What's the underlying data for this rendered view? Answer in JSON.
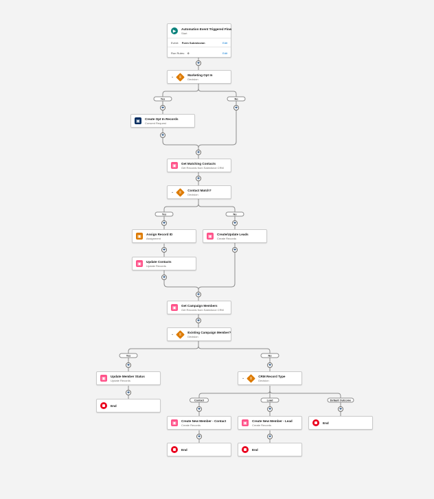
{
  "start": {
    "title": "Automation Event Triggered Flow",
    "subtitle": "Start",
    "icon": "play-icon",
    "color": "#0b827c",
    "event_label": "Event:",
    "event_value": "Form Submission",
    "run_rules_label": "Run Rules:",
    "run_rules_value": "0",
    "edit_label": "Edit"
  },
  "nodes": [
    {
      "title": "Marketing Opt In",
      "subtitle": "Decision",
      "type": "decision",
      "icon": "decision-icon",
      "color": "#dd7a01"
    },
    {
      "title": "Create Opt In Records",
      "subtitle": "Consent Request",
      "type": "action",
      "icon": "consent-icon",
      "color": "#032d60"
    },
    {
      "title": "Get Matching Contacts",
      "subtitle": "Get Records from Salesforce CRM",
      "type": "action",
      "icon": "get-records-icon",
      "color": "#ff538a"
    },
    {
      "title": "Contact Match?",
      "subtitle": "Decision",
      "type": "decision",
      "icon": "decision-icon",
      "color": "#dd7a01"
    },
    {
      "title": "Assign Record ID",
      "subtitle": "Assignment",
      "type": "action",
      "icon": "assignment-icon",
      "color": "#dd7a01"
    },
    {
      "title": "Create/Update Leads",
      "subtitle": "Create Records",
      "type": "action",
      "icon": "create-records-icon",
      "color": "#ff538a"
    },
    {
      "title": "Update Contacts",
      "subtitle": "Update Records",
      "type": "action",
      "icon": "update-records-icon",
      "color": "#ff538a"
    },
    {
      "title": "Get Campaign Members",
      "subtitle": "Get Records from Salesforce CRM",
      "type": "action",
      "icon": "get-records-icon",
      "color": "#ff538a"
    },
    {
      "title": "Existing Campaign Member?",
      "subtitle": "Decision",
      "type": "decision",
      "icon": "decision-icon",
      "color": "#dd7a01"
    },
    {
      "title": "Update Member Status",
      "subtitle": "Update Records",
      "type": "action",
      "icon": "update-records-icon",
      "color": "#ff538a"
    },
    {
      "title": "CRM Record Type",
      "subtitle": "Decision",
      "type": "decision",
      "icon": "decision-icon",
      "color": "#dd7a01"
    },
    {
      "title": "End",
      "subtitle": "",
      "type": "end",
      "icon": "end-icon",
      "color": "#ea001e"
    },
    {
      "title": "Create New Member - Contact",
      "subtitle": "Create Records",
      "type": "action",
      "icon": "create-records-icon",
      "color": "#ff538a"
    },
    {
      "title": "Create New Member - Lead",
      "subtitle": "Create Records",
      "type": "action",
      "icon": "create-records-icon",
      "color": "#ff538a"
    },
    {
      "title": "End",
      "subtitle": "",
      "type": "end",
      "icon": "end-icon",
      "color": "#ea001e"
    },
    {
      "title": "End",
      "subtitle": "",
      "type": "end",
      "icon": "end-icon",
      "color": "#ea001e"
    },
    {
      "title": "End",
      "subtitle": "",
      "type": "end",
      "icon": "end-icon",
      "color": "#ea001e"
    }
  ],
  "branch_labels": [
    "Yes",
    "No",
    "Yes",
    "No",
    "Yes",
    "No",
    "Contact",
    "Lead",
    "Default Outcome"
  ]
}
